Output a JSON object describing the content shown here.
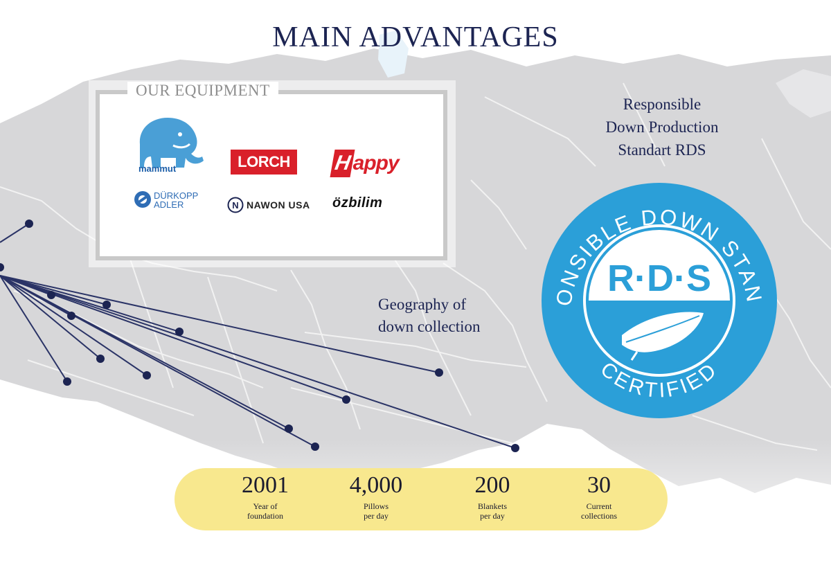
{
  "page": {
    "title": "MAIN ADVANTAGES"
  },
  "equipment": {
    "label": "OUR EQUIPMENT",
    "logos": {
      "mammut": "mammut",
      "lorch": "LORCH",
      "happy_first": "H",
      "happy_rest": "appy",
      "durkopp_line1": "DÜRKOPP",
      "durkopp_line2": "ADLER",
      "nawon_mark": "N",
      "nawon": "NAWON USA",
      "ozbilim": "özbilim"
    }
  },
  "rds": {
    "title_lines": [
      "Responsible",
      "Down Production",
      "Standart RDS"
    ],
    "badge": {
      "arc_text": "RESPONSIBLE DOWN STANDARD",
      "logo_text": "R·D·S",
      "bottom_text": "CERTIFIED"
    }
  },
  "geography": {
    "label_lines": [
      "Geography of",
      "down collection"
    ]
  },
  "stats": [
    {
      "value": "2001",
      "label_lines": [
        "Year of",
        "foundation"
      ]
    },
    {
      "value": "4,000",
      "label_lines": [
        "Pillows",
        "per day"
      ]
    },
    {
      "value": "200",
      "label_lines": [
        "Blankets",
        "per day"
      ]
    },
    {
      "value": "30",
      "label_lines": [
        "Current",
        "collections"
      ]
    }
  ],
  "colors": {
    "title": "#1c2452",
    "route_line": "#2a3366",
    "route_dot": "#1c2452",
    "map_land": "#d7d7d9",
    "map_border": "#f2f2f2",
    "rds_blue": "#2b9fd8",
    "stats_bar": "#f8e88e",
    "lorch_red": "#d9202a",
    "mammut_blue": "#4a9fd6"
  }
}
